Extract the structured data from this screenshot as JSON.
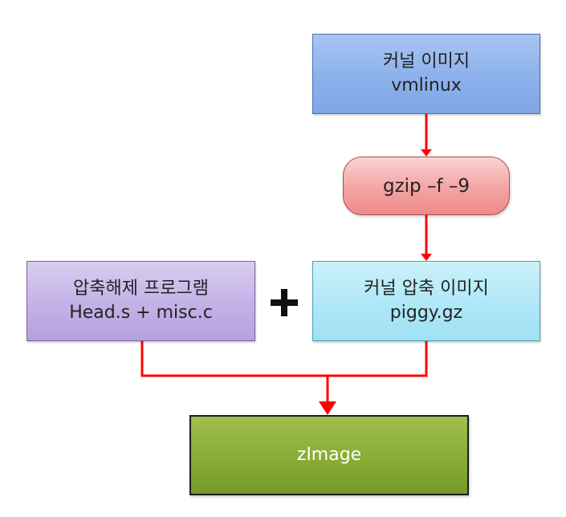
{
  "diagram": {
    "kernel_image": {
      "line1": "커널 이미지",
      "line2": "vmlinux"
    },
    "gzip": {
      "label": "gzip –f –9"
    },
    "decompress_program": {
      "line1": "압축해제 프로그램",
      "line2": "Head.s + misc.c"
    },
    "compressed_kernel": {
      "line1": "커널 압축 이미지",
      "line2": "piggy.gz"
    },
    "zimage": {
      "label": "zImage"
    },
    "colors": {
      "arrow": "#ff0000",
      "kernel_image_fill": "#8eb3ec",
      "gzip_fill": "#f4a3a3",
      "decompress_fill": "#c3b1e6",
      "compressed_fill": "#aee7f7",
      "zimage_fill": "#88ac35"
    }
  }
}
